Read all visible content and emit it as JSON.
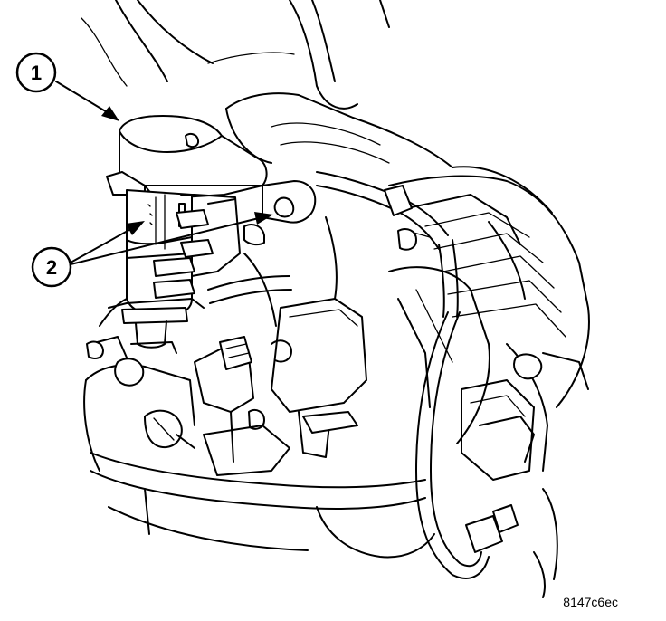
{
  "callouts": [
    {
      "label": "1",
      "color": "#000000"
    },
    {
      "label": "2",
      "color": "#000000"
    }
  ],
  "figure_code": "8147c6ec",
  "colors": {
    "line": "#000000",
    "background": "#ffffff"
  }
}
